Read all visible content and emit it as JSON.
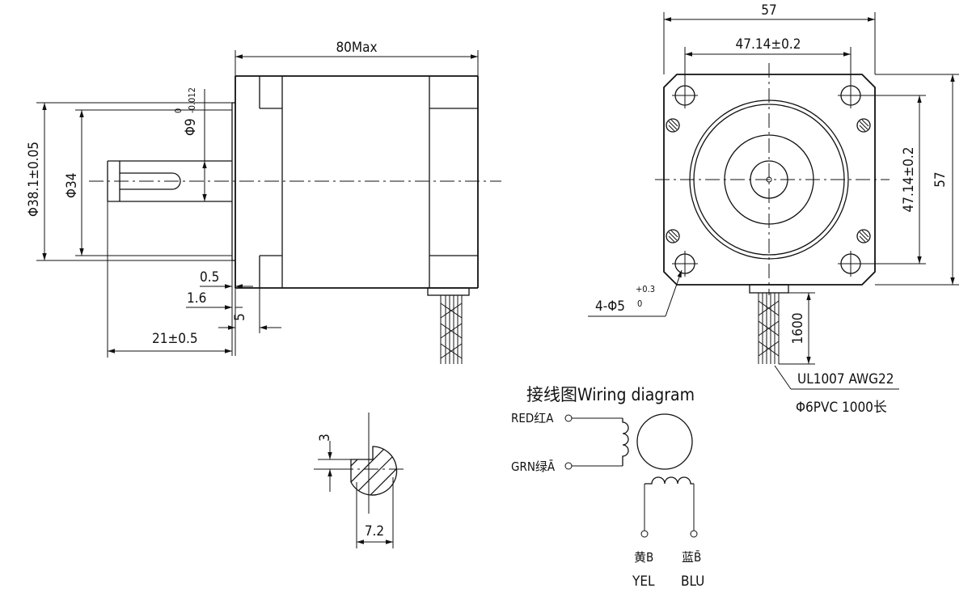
{
  "side_view": {
    "dim_length": "80Max",
    "dim_shaft_dia": "Φ9",
    "dim_shaft_tol_upper": "0",
    "dim_shaft_tol_lower": "-0.012",
    "dim_pilot": "Φ38.1±0.05",
    "dim_d34": "Φ34",
    "dim_0_5": "0.5",
    "dim_1_6": "1.6",
    "dim_5": "5",
    "dim_21": "21±0.5"
  },
  "front_view": {
    "dim_57_top": "57",
    "dim_hole_spacing_h": "47.14±0.2",
    "dim_hole_spacing_v": "47.14±0.2",
    "dim_57_right": "57",
    "dim_holes": "4-Φ5",
    "dim_holes_tol_upper": "+0.3",
    "dim_holes_tol_lower": "0",
    "dim_lead_length": "1600",
    "cable_spec_1": "UL1007  AWG22",
    "cable_spec_2": "Φ6PVC  1000长"
  },
  "shaft_section": {
    "dim_3": "3",
    "dim_7_2": "7.2"
  },
  "wiring": {
    "title": "接线图Wiring diagram",
    "red_label": "RED红A",
    "grn_label": "GRN绿Ā",
    "yel_cn": "黄B",
    "blu_cn": "蓝B̄",
    "yel_en": "YEL",
    "blu_en": "BLU"
  }
}
